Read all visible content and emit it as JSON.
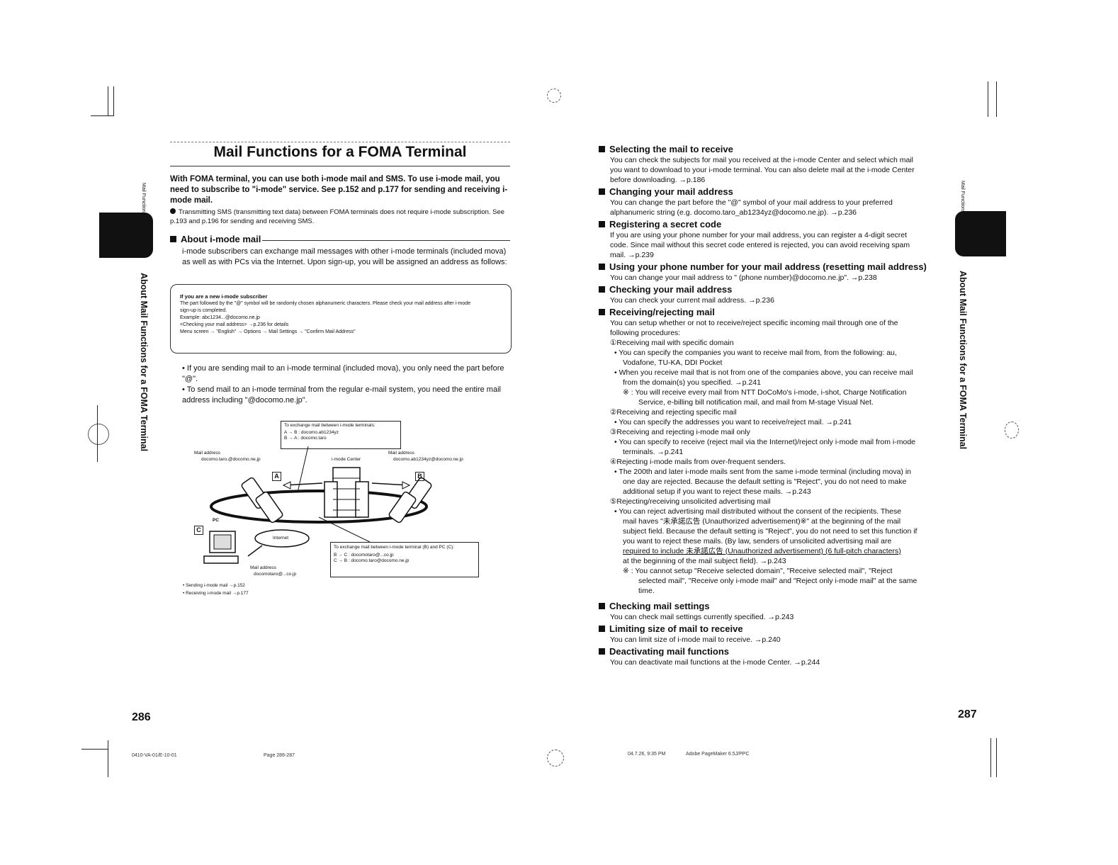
{
  "left_page": {
    "title": "Mail Functions for a FOMA Terminal",
    "intro": "With FOMA terminal, you can use both i-mode mail and SMS. To use i-mode mail, you need to subscribe to \"i-mode\" service. See p.152 and p.177 for sending and receiving i-mode mail.",
    "intro_note": "Transmitting SMS (transmitting text data) between FOMA terminals does not require i-mode subscription. See p.193 and p.196 for sending and receiving SMS.",
    "about_heading": "About i-mode mail",
    "about_body": "i-mode subscribers can exchange mail messages with other i-mode terminals (included mova) as well as with PCs via the Internet. Upon sign-up, you will be assigned an address as follows:",
    "box": {
      "heading": "If you are a new i-mode subscriber",
      "line1": "The part followed by the \"@\" symbol will be randomly chosen alphanumeric characters. Please check your mail address after i-mode",
      "line2": "sign-up is completed.",
      "line3": "Example: abc1234...@docomo.ne.jp",
      "line4": "<Checking your mail address> →p.236 for details",
      "line5": "Menu screen → \"English\" → Options → Mail Settings → \"Confirm Mail Address\""
    },
    "bullet1": "If you are sending mail to an i-mode terminal (included mova), you only need the part before \"@\".",
    "bullet2": "To send mail to an i-mode terminal from the regular e-mail system, you need the entire mail address including \"@docomo.ne.jp\".",
    "diagram": {
      "box_title": "To exchange mail between i-mode terminals:",
      "box_row1": "A → B : docomo.ab1234yz",
      "box_row2": "B → A : docomo.taro",
      "mail_address_left_label": "Mail address",
      "mail_address_left": "docomo.taro.@docomo.ne.jp",
      "center_label": "i-mode Center",
      "mail_address_right_label": "Mail address",
      "mail_address_right": "docomo.ab1234yz@docomo.ne.jp",
      "pc_label": "PC",
      "internet_label": "Internet",
      "pc_mail_label": "Mail address",
      "pc_mail": "docomotaro@...co.jp",
      "box2_title": "To exchange mail between i-mode terminal (B) and PC (C):",
      "box2_row1": "B → C : docomotaro@...co.jp",
      "box2_row2": "C → B : docomo.taro@docomo.ne.jp",
      "letter_a": "A",
      "letter_b": "B",
      "letter_c": "C"
    },
    "ref1": "Sending i-mode mail →p.152",
    "ref2": "Receiving i-mode mail →p.177",
    "page_number": "286",
    "side_small": "Mail Functions",
    "side_big": "About Mail Functions for a FOMA Terminal"
  },
  "right_page": {
    "sections": [
      {
        "heading": "Selecting the mail to receive",
        "body": [
          "You can check the subjects for mail you received at the i-mode Center and select which mail",
          "you want to download to your i-mode terminal. You can also delete mail at the i-mode Center",
          "before downloading. →p.186"
        ]
      },
      {
        "heading": "Changing your mail address",
        "body": [
          "You can change the part before the \"@\" symbol of your mail address to your preferred",
          "alphanumeric string (e.g. docomo.taro_ab1234yz@docomo.ne.jp). →p.236"
        ]
      },
      {
        "heading": "Registering a secret code",
        "body": [
          "If you are using your phone number for your mail address, you can register a 4-digit secret",
          "code. Since mail without this secret code entered is rejected, you can avoid receiving spam",
          "mail. →p.239"
        ]
      },
      {
        "heading": "Using your phone number for your mail address (resetting mail address)",
        "body": [
          "You can change your mail address to \" (phone number)@docomo.ne.jp\". →p.238"
        ]
      },
      {
        "heading": "Checking your mail address",
        "body": [
          "You can check your current mail address. →p.236"
        ]
      }
    ],
    "receiving": {
      "heading": "Receiving/rejecting mail",
      "intro1": "You can setup whether or not to receive/reject specific incoming mail through one of the",
      "intro2": "following procedures:",
      "i1": "①Receiving mail with specific domain",
      "i1a": "• You can specify the companies you want to receive mail from, from the following: au,",
      "i1b": "Vodafone, TU-KA, DDI Pocket",
      "i1c": "• When you receive mail that is not from one of the companies above, you can receive mail",
      "i1d": "from the domain(s) you specified. →p.241",
      "i1e": "※ : You will receive every mail from NTT DoCoMo's i-mode, i-shot, Charge Notification",
      "i1f": "Service, e-billing bill notification mail, and mail from M-stage Visual Net.",
      "i2": "②Receiving and rejecting specific mail",
      "i2a": "• You can specify the addresses you want to receive/reject mail. →p.241",
      "i3": "③Receiving and rejecting i-mode mail only",
      "i3a": "• You can specify to receive (reject mail via the Internet)/reject only i-mode mail from i-mode",
      "i3b": "terminals. →p.241",
      "i4": "④Rejecting i-mode mails from over-frequent senders.",
      "i4a": "• The 200th and later i-mode mails sent from the same i-mode terminal (including mova) in",
      "i4b": "one day are rejected. Because the default setting is \"Reject\", you do not need to make",
      "i4c": "additional setup if you want to reject these mails. →p.243",
      "i5": "⑤Rejecting/receiving unsolicited advertising mail",
      "i5a": "• You can reject advertising mail distributed without the consent of the recipients. These",
      "i5b": "mail haves \"未承諾広告 (Unauthorized advertisement)※\" at the beginning of the mail",
      "i5c": "subject field. Because the default setting is \"Reject\", you do not need to set this function if",
      "i5d": "you want to reject these mails. (By law, senders of unsolicited advertising mail are",
      "i5e": "required to include 未承諾広告 (Unauthorized advertisement) (6 full-pitch characters)",
      "i5f": "at the beginning of the mail subject field). →p.243",
      "i5g": "※ : You cannot setup \"Receive selected domain\", \"Receive selected mail\", \"Reject",
      "i5h": "selected mail\", \"Receive only i-mode mail\" and \"Reject only i-mode mail\" at the same",
      "i5i": "time."
    },
    "tail_sections": [
      {
        "heading": "Checking mail settings",
        "body": [
          "You can check mail settings currently specified. →p.243"
        ]
      },
      {
        "heading": "Limiting size of mail to receive",
        "body": [
          "You can limit size of i-mode mail to receive. →p.240"
        ]
      },
      {
        "heading": "Deactivating mail functions",
        "body": [
          "You can deactivate mail functions at the i-mode Center. →p.244"
        ]
      }
    ],
    "page_number": "287",
    "side_small": "Mail Functions",
    "side_big": "About Mail Functions for a FOMA Terminal"
  },
  "footer": {
    "left_code": "0410-VA-01/E-10-01",
    "left_page": "Page 286-287",
    "right_date": "04.7.26, 9:35 PM",
    "right_app": "Adobe PageMaker 6.5J/PPC"
  },
  "colors": {
    "ink": "#111111",
    "tab": "#111111"
  }
}
